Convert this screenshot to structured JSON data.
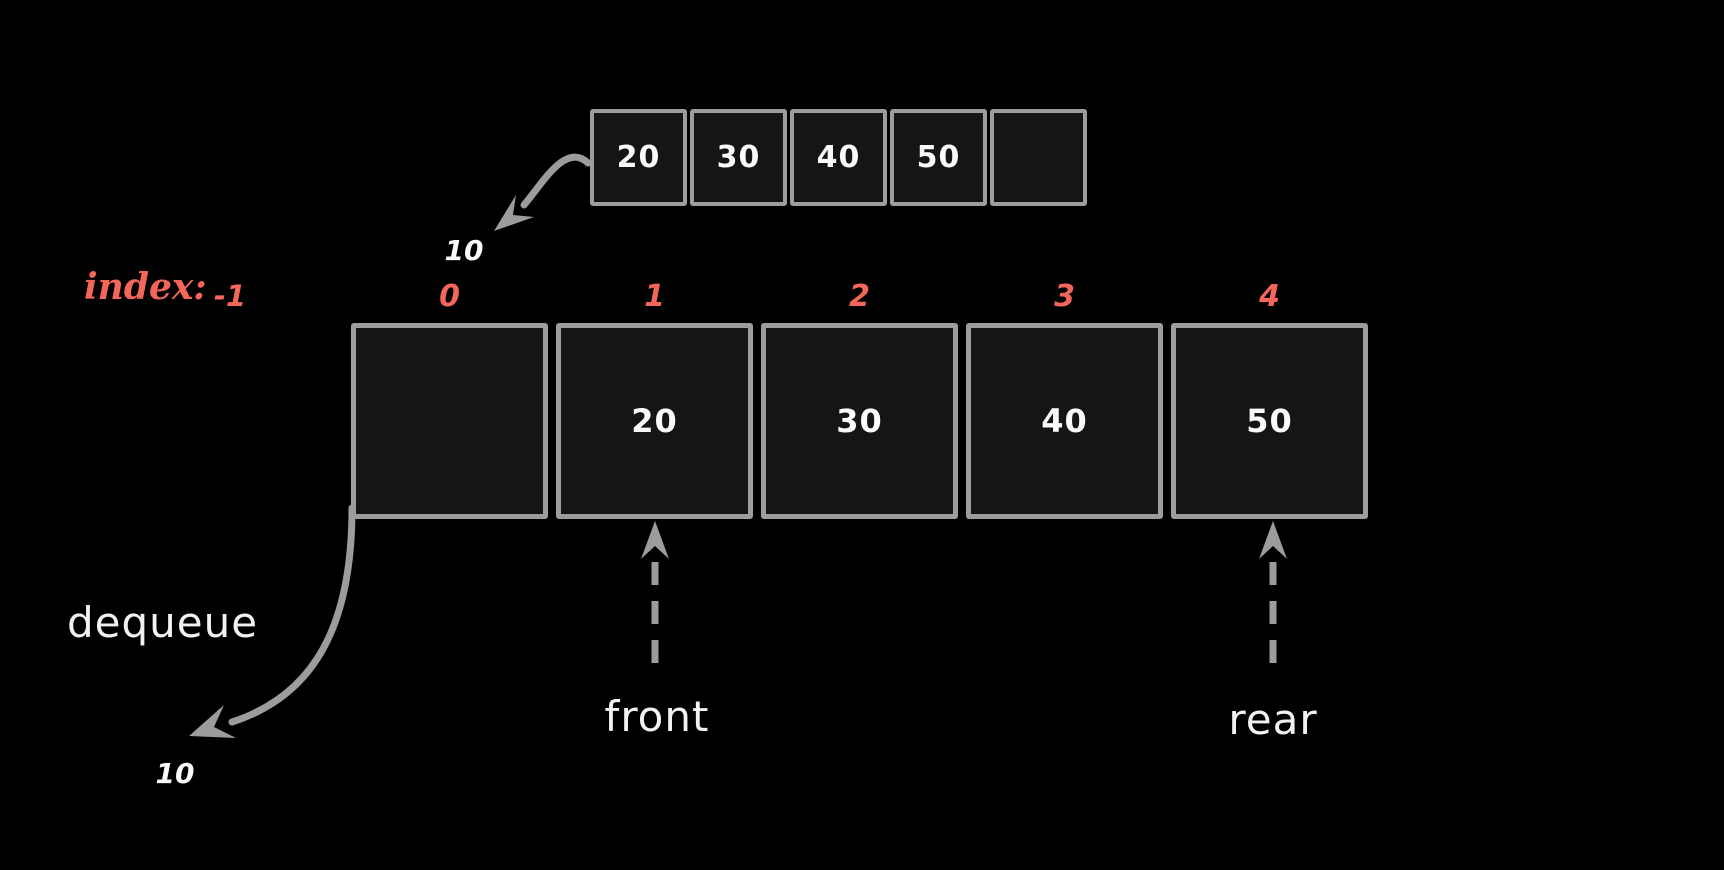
{
  "colors": {
    "background": "#000000",
    "cell_fill": "#151515",
    "cell_border": "#9d9d9d",
    "arrow": "#9c9c9c",
    "accent": "#f4655a",
    "text": "#fafafa"
  },
  "top_array": {
    "cells": [
      "20",
      "30",
      "40",
      "50",
      ""
    ]
  },
  "index_row": {
    "label": "index:",
    "before_index": "-1",
    "values": [
      "0",
      "1",
      "2",
      "3",
      "4"
    ]
  },
  "main_array": {
    "cells": [
      "",
      "20",
      "30",
      "40",
      "50"
    ]
  },
  "dequeue": {
    "action_label": "dequeue",
    "top_value": "10",
    "bottom_value": "10"
  },
  "pointers": {
    "front": "front",
    "rear": "rear"
  }
}
